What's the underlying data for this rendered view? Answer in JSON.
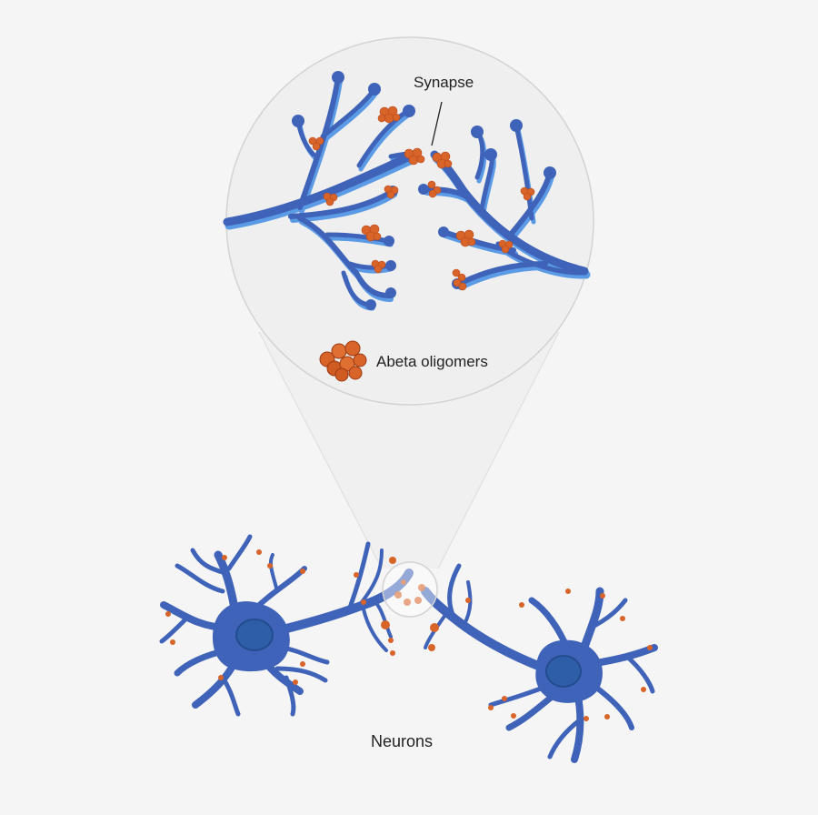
{
  "labels": {
    "synapse": "Synapse",
    "oligomers": "Abeta oligomers",
    "neurons": "Neurons"
  },
  "colors": {
    "background": "#f5f5f5",
    "magnifier_fill": "#efefef",
    "magnifier_stroke": "#d3d3d3",
    "dendrite": "#3f63b8",
    "dendrite_light": "#5b9be6",
    "nucleus": "#2f5ea8",
    "oligomer": "#d8642a",
    "oligomer_light": "#f08a4a",
    "text": "#222222"
  }
}
